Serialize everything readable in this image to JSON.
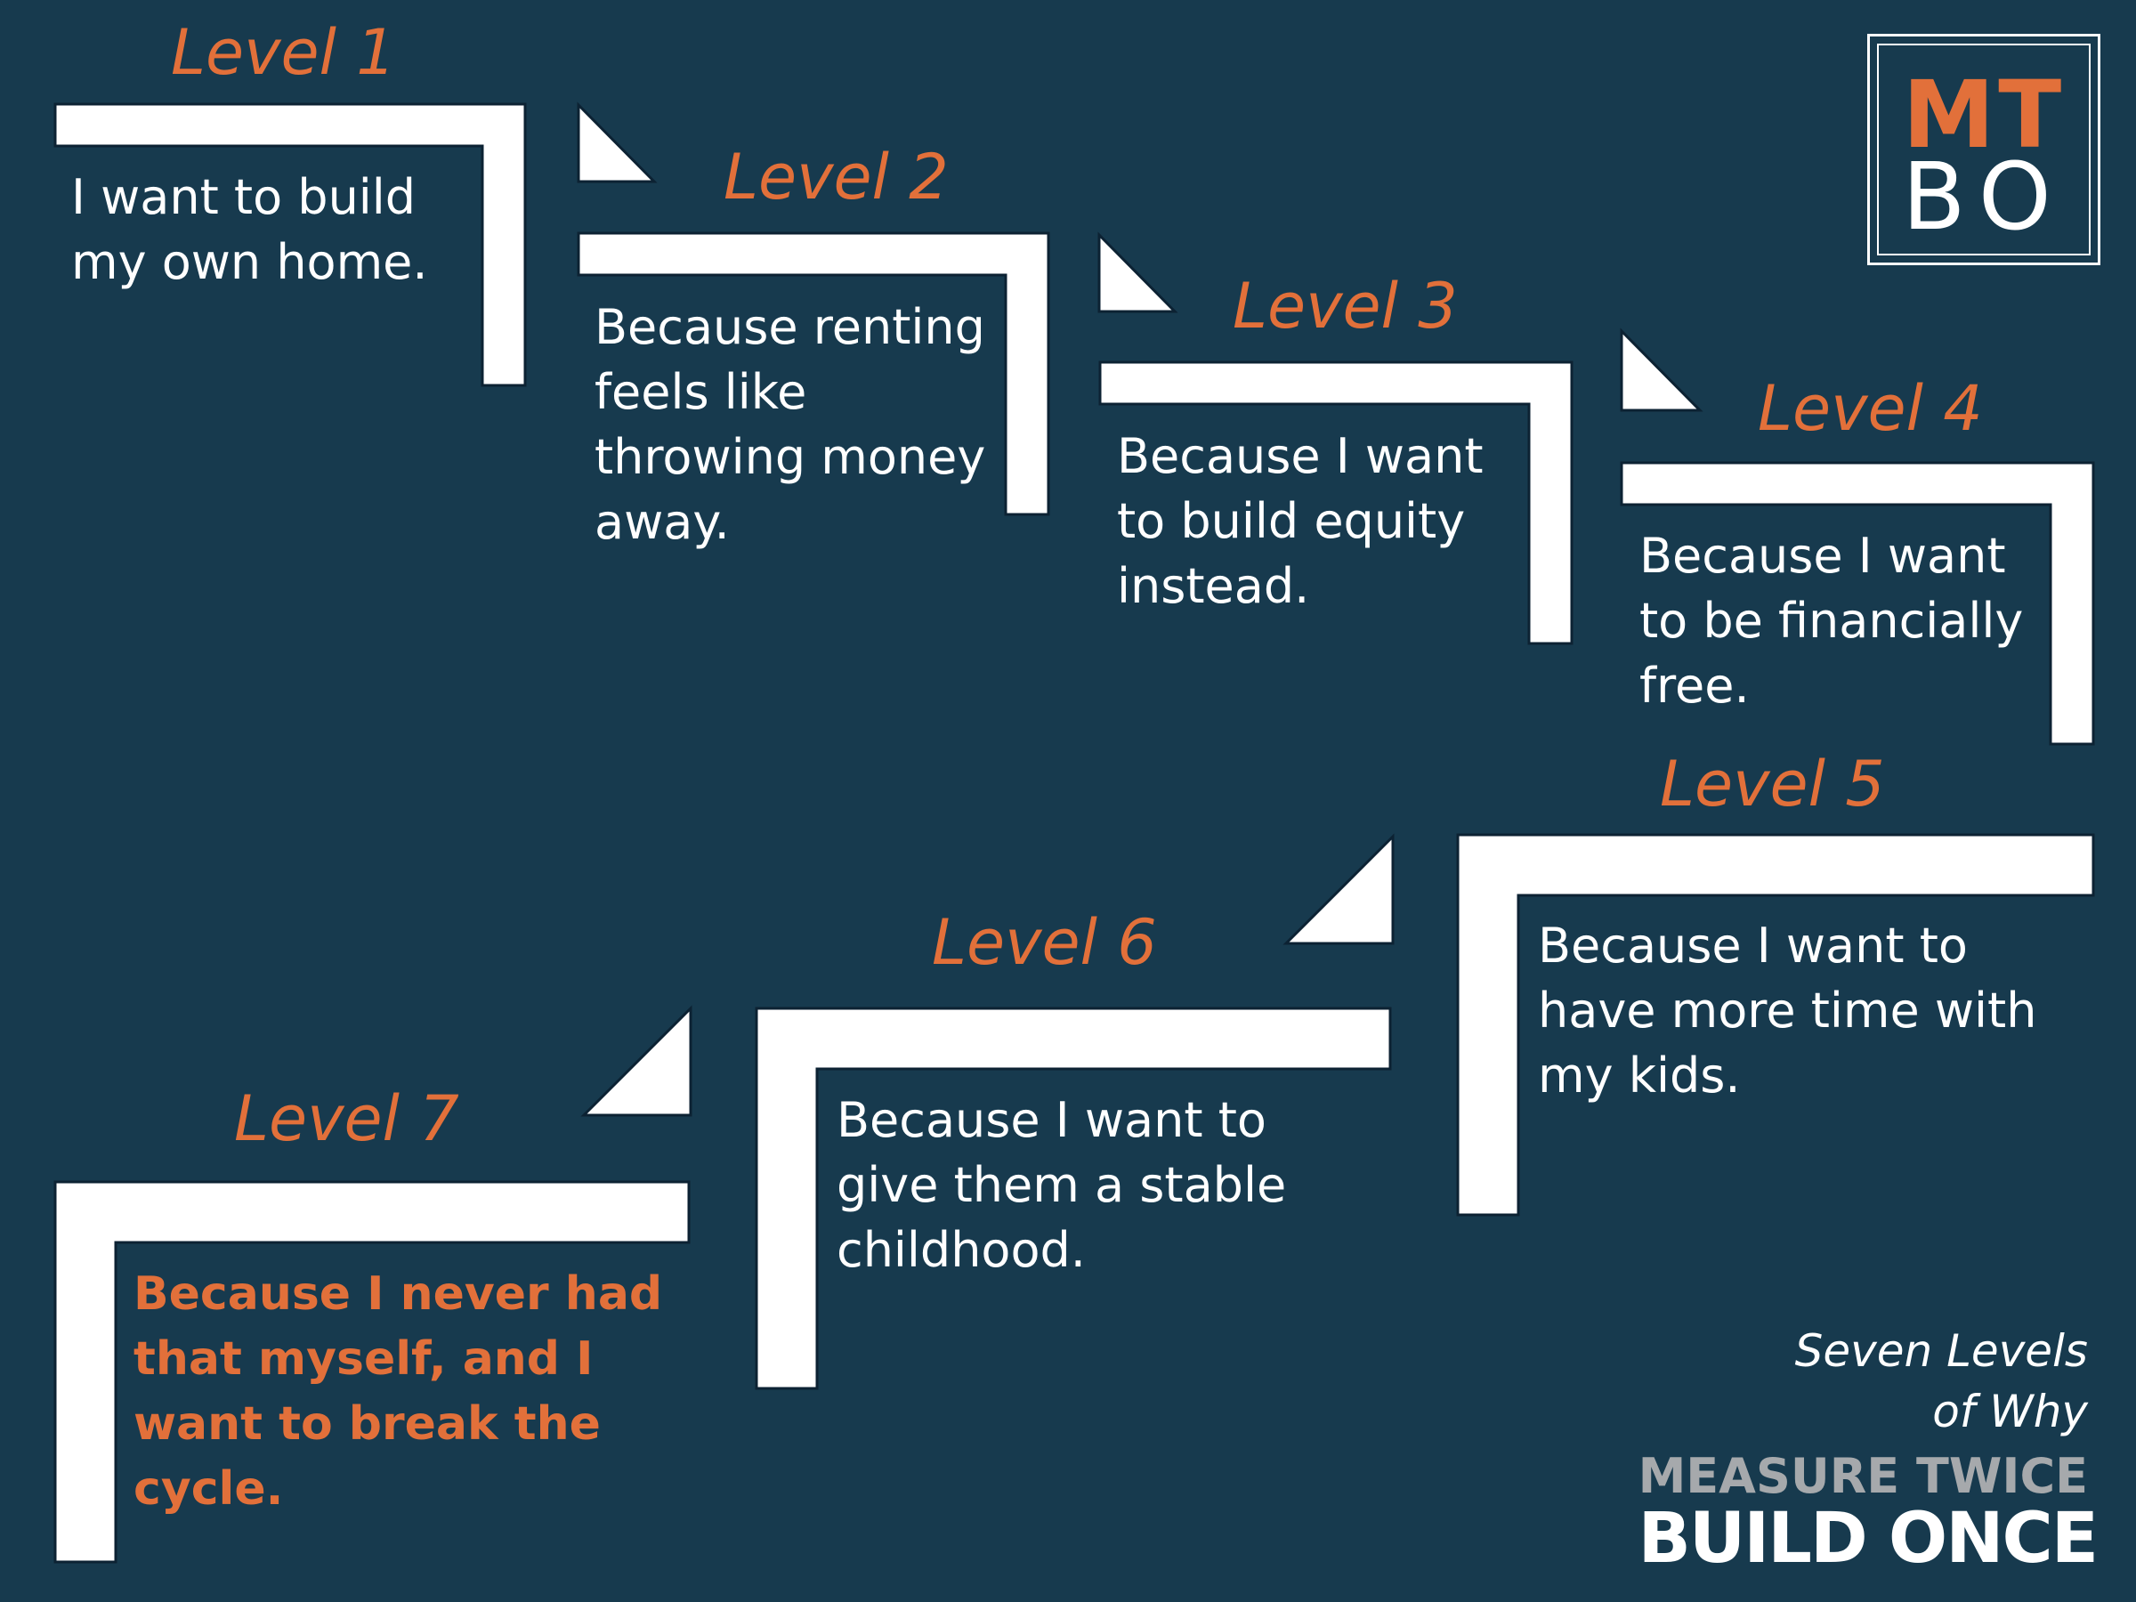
{
  "levels": [
    {
      "label": "Level 1",
      "text": "I want to build my own home."
    },
    {
      "label": "Level 2",
      "text": "Because renting feels like throwing money away."
    },
    {
      "label": "Level 3",
      "text": "Because I want to build equity instead."
    },
    {
      "label": "Level 4",
      "text": "Because I want to be financially free."
    },
    {
      "label": "Level 5",
      "text": "Because I want to have more time with my kids."
    },
    {
      "label": "Level 6",
      "text": "Because I want to give them a stable childhood."
    },
    {
      "label": "Level 7",
      "text": "Because I never had that myself, and I want to break the cycle."
    }
  ],
  "logo": {
    "top": "MT",
    "bottom": "BO"
  },
  "tagline": {
    "line1": "Seven Levels",
    "line2": "of Why"
  },
  "brand": {
    "line1": "MEASURE TWICE",
    "line2": "BUILD ONCE"
  },
  "colors": {
    "background": "#173a4e",
    "accent": "#e2703a",
    "text": "#ffffff",
    "muted": "#a6a9ac"
  }
}
